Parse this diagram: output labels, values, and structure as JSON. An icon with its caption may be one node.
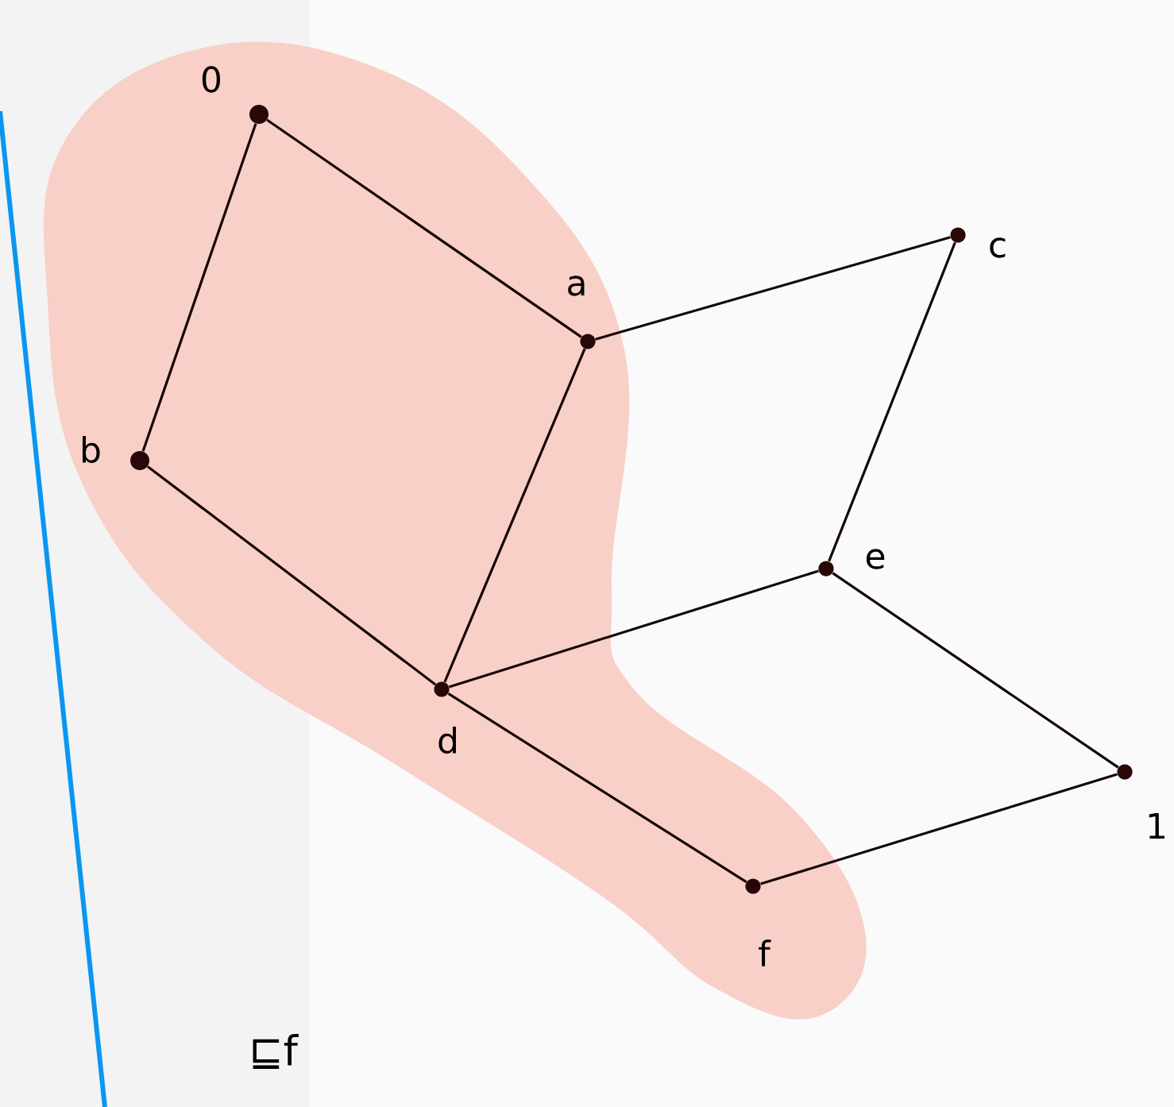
{
  "diagram": {
    "nodes": [
      {
        "text": [],
        "shape": "circle",
        "beside": [
          "0"
        ]
      },
      {
        "text": [],
        "shape": "circle",
        "beside": [
          "a"
        ]
      },
      {
        "text": [],
        "shape": "circle",
        "beside": [
          "b"
        ]
      },
      {
        "text": [],
        "shape": "circle",
        "beside": [
          "c"
        ]
      },
      {
        "text": [],
        "shape": "circle",
        "beside": [
          "d"
        ]
      },
      {
        "text": [],
        "shape": "circle",
        "beside": [
          "e"
        ]
      },
      {
        "text": [],
        "shape": "circle",
        "beside": [
          "f"
        ]
      },
      {
        "text": [],
        "shape": "circle",
        "beside": [
          "1"
        ]
      }
    ],
    "edges": [
      {
        "from": 0,
        "to": 1,
        "arrow": "none"
      },
      {
        "from": 0,
        "to": 2,
        "arrow": "none"
      },
      {
        "from": 1,
        "to": 3,
        "arrow": "none"
      },
      {
        "from": 1,
        "to": 4,
        "arrow": "none"
      },
      {
        "from": 2,
        "to": 4,
        "arrow": "none"
      },
      {
        "from": 3,
        "to": 5,
        "arrow": "none"
      },
      {
        "from": 4,
        "to": 5,
        "arrow": "none"
      },
      {
        "from": 4,
        "to": 6,
        "arrow": "none"
      },
      {
        "from": 5,
        "to": 7,
        "arrow": "none"
      },
      {
        "from": 6,
        "to": 7,
        "arrow": "none"
      }
    ],
    "labels": [
      "⊑f"
    ]
  }
}
